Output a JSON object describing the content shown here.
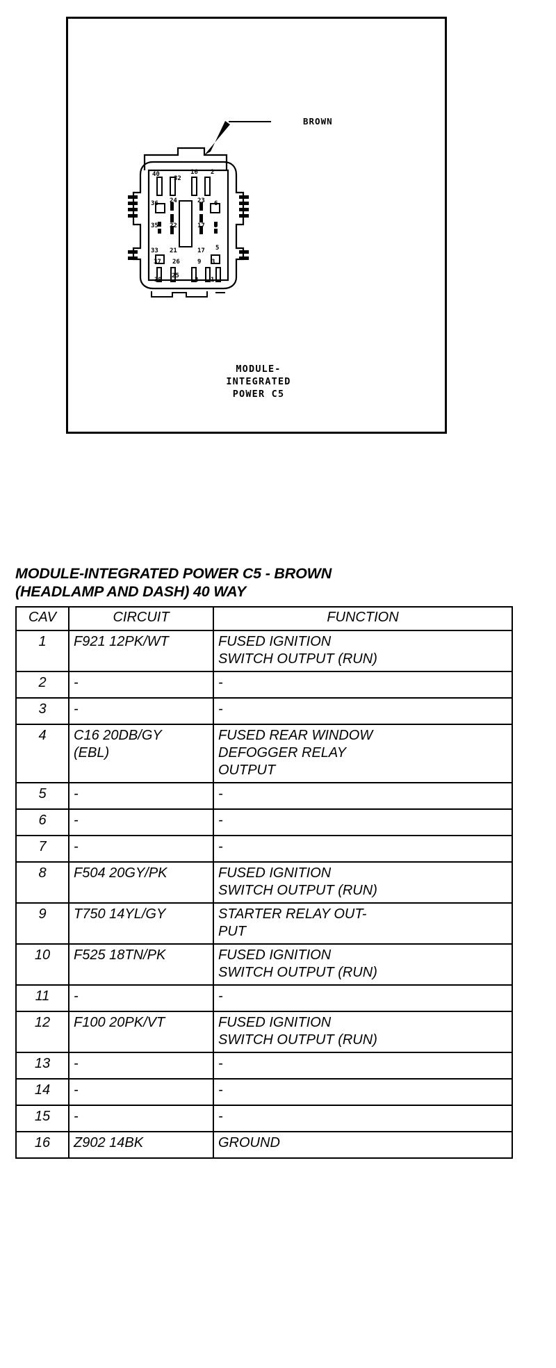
{
  "figure": {
    "callout_label": "BROWN",
    "caption_lines": [
      "MODULE-",
      "INTEGRATED",
      "POWER C5"
    ],
    "pin_numbers_top": [
      "40",
      "32",
      "16",
      "2"
    ],
    "pin_numbers_mid": [
      "36",
      "24",
      "23",
      "6"
    ],
    "pin_numbers_mid2": [
      "35",
      "22",
      "17",
      "5"
    ],
    "pin_numbers_low": [
      "33",
      "21",
      "17",
      "5"
    ],
    "pin_numbers_bottom": [
      "37",
      "25",
      "9",
      "1"
    ],
    "pin_numbers_last": [
      "39",
      "26",
      "2",
      "1"
    ]
  },
  "heading": {
    "line1": "MODULE-INTEGRATED POWER C5 - BROWN",
    "line2": "(HEADLAMP AND DASH) 40 WAY",
    "full": "MODULE-INTEGRATED POWER C5 - BROWN\n(HEADLAMP AND DASH) 40 WAY"
  },
  "table": {
    "columns": [
      "CAV",
      "CIRCUIT",
      "FUNCTION"
    ],
    "rows": [
      {
        "cav": "1",
        "circuit": "F921 12PK/WT",
        "function": "FUSED IGNITION\nSWITCH OUTPUT (RUN)"
      },
      {
        "cav": "2",
        "circuit": "-",
        "function": "-"
      },
      {
        "cav": "3",
        "circuit": "-",
        "function": "-"
      },
      {
        "cav": "4",
        "circuit": "C16 20DB/GY\n(EBL)",
        "function": "FUSED REAR WINDOW\nDEFOGGER RELAY\nOUTPUT"
      },
      {
        "cav": "5",
        "circuit": "-",
        "function": "-"
      },
      {
        "cav": "6",
        "circuit": "-",
        "function": "-"
      },
      {
        "cav": "7",
        "circuit": "-",
        "function": "-"
      },
      {
        "cav": "8",
        "circuit": "F504 20GY/PK",
        "function": "FUSED IGNITION\nSWITCH OUTPUT (RUN)"
      },
      {
        "cav": "9",
        "circuit": "T750 14YL/GY",
        "function": "STARTER RELAY OUT-\nPUT"
      },
      {
        "cav": "10",
        "circuit": "F525 18TN/PK",
        "function": "FUSED IGNITION\nSWITCH OUTPUT (RUN)"
      },
      {
        "cav": "11",
        "circuit": "-",
        "function": "-"
      },
      {
        "cav": "12",
        "circuit": "F100 20PK/VT",
        "function": "FUSED IGNITION\nSWITCH OUTPUT (RUN)"
      },
      {
        "cav": "13",
        "circuit": "-",
        "function": "-"
      },
      {
        "cav": "14",
        "circuit": "-",
        "function": "-"
      },
      {
        "cav": "15",
        "circuit": "-",
        "function": "-"
      },
      {
        "cav": "16",
        "circuit": "Z902 14BK",
        "function": "GROUND"
      }
    ]
  },
  "colors": {
    "ink": "#000000",
    "paper": "#ffffff"
  }
}
